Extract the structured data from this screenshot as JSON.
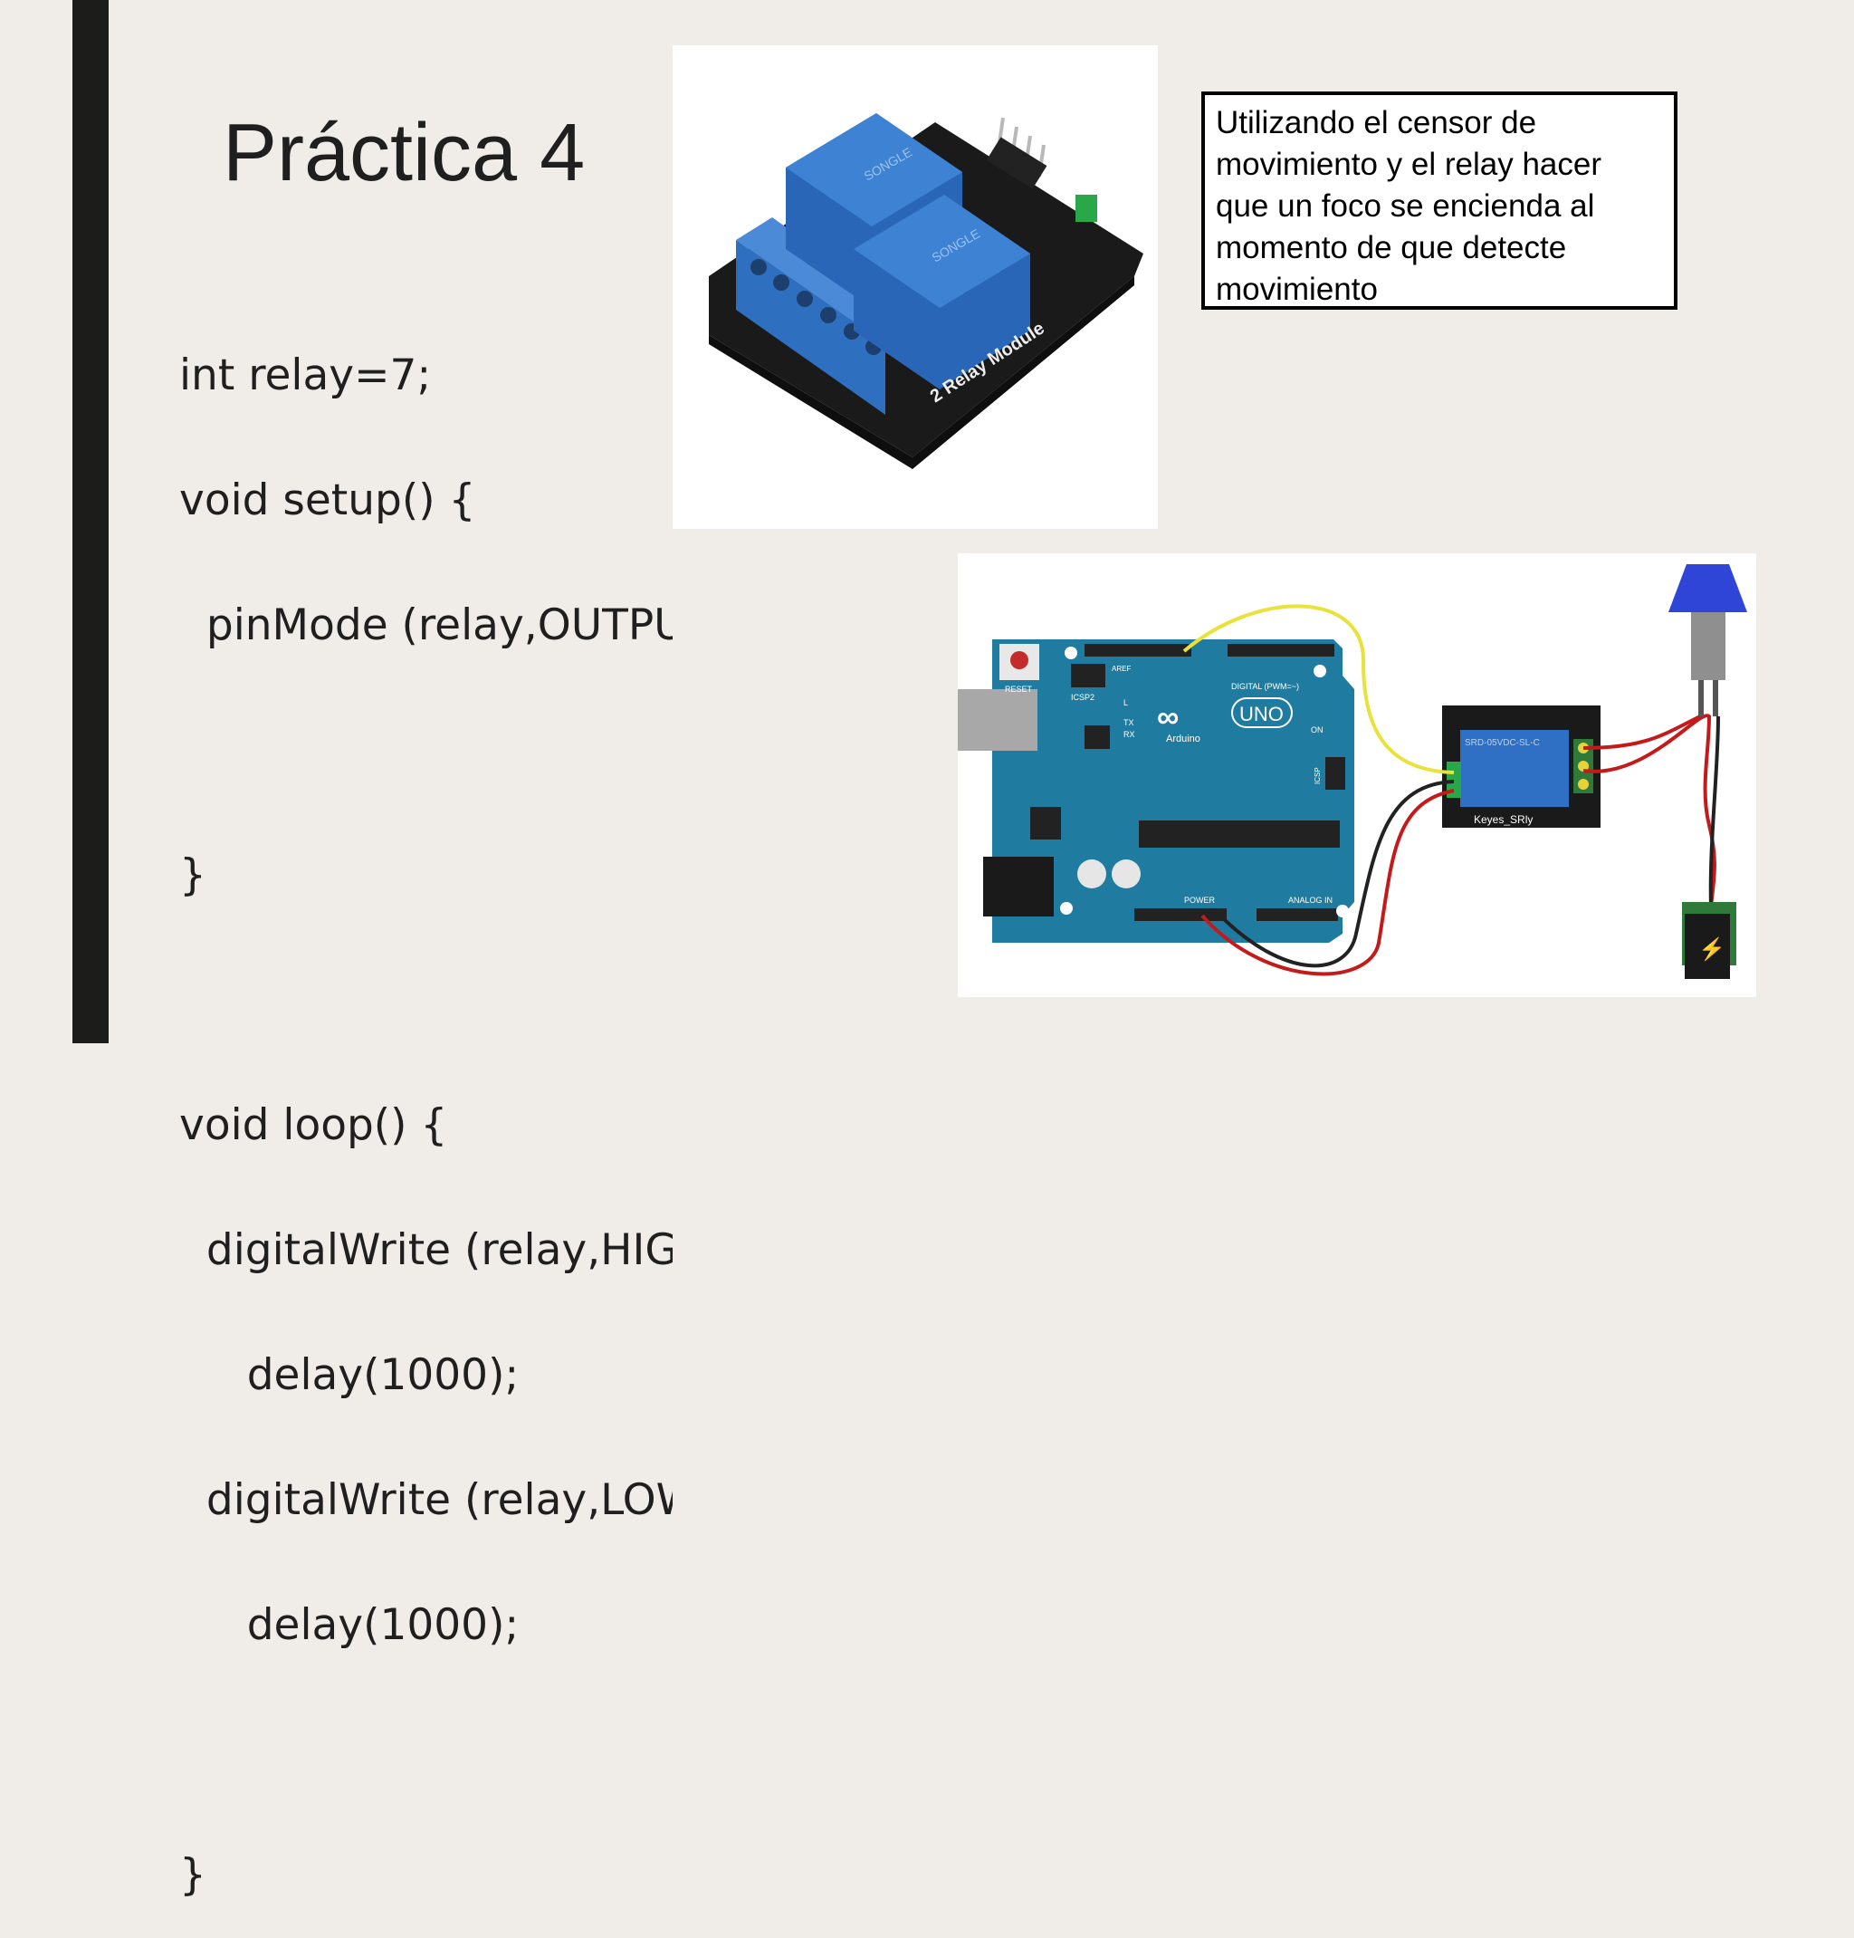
{
  "slide": {
    "title": "Práctica 4",
    "code_lines": [
      "int relay=7;",
      "void setup() {",
      "  pinMode (relay,OUTPUT);",
      "",
      "}",
      "",
      "void loop() {",
      "  digitalWrite (relay,HIGH);",
      "     delay(1000);",
      "  digitalWrite (relay,LOW);",
      "     delay(1000);",
      "",
      "}"
    ],
    "callout_text": "Utilizando el censor de movimiento y el relay hacer que un foco se encienda al momento de que detecte movimiento"
  },
  "relay_photo": {
    "module_label": "2 Relay Module",
    "relay_brand": "SONGLE"
  },
  "diagram": {
    "board_name": "UNO",
    "board_brand": "Arduino",
    "reset_label": "RESET",
    "icsp2_label": "ICSP2",
    "icsp_label": "ICSP",
    "digital_label": "DIGITAL (PWM=~)",
    "power_label": "POWER",
    "analog_label": "ANALOG IN",
    "on_label": "ON",
    "tx_label": "TX",
    "rx_label": "RX",
    "l_label": "L",
    "aref_label": "AREF",
    "relay_module_label": "Keyes_SRly",
    "relay_text": "SRD-05VDC-SL-C"
  },
  "colors": {
    "background": "#f0ede8",
    "left_bar": "#1c1c1a",
    "arduino_board": "#1f7ca0",
    "relay_blue": "#2f6fc4",
    "lamp_blue": "#2f45d8",
    "wire_yellow": "#e8e23a",
    "wire_red": "#c41a1a",
    "wire_black": "#222222"
  }
}
